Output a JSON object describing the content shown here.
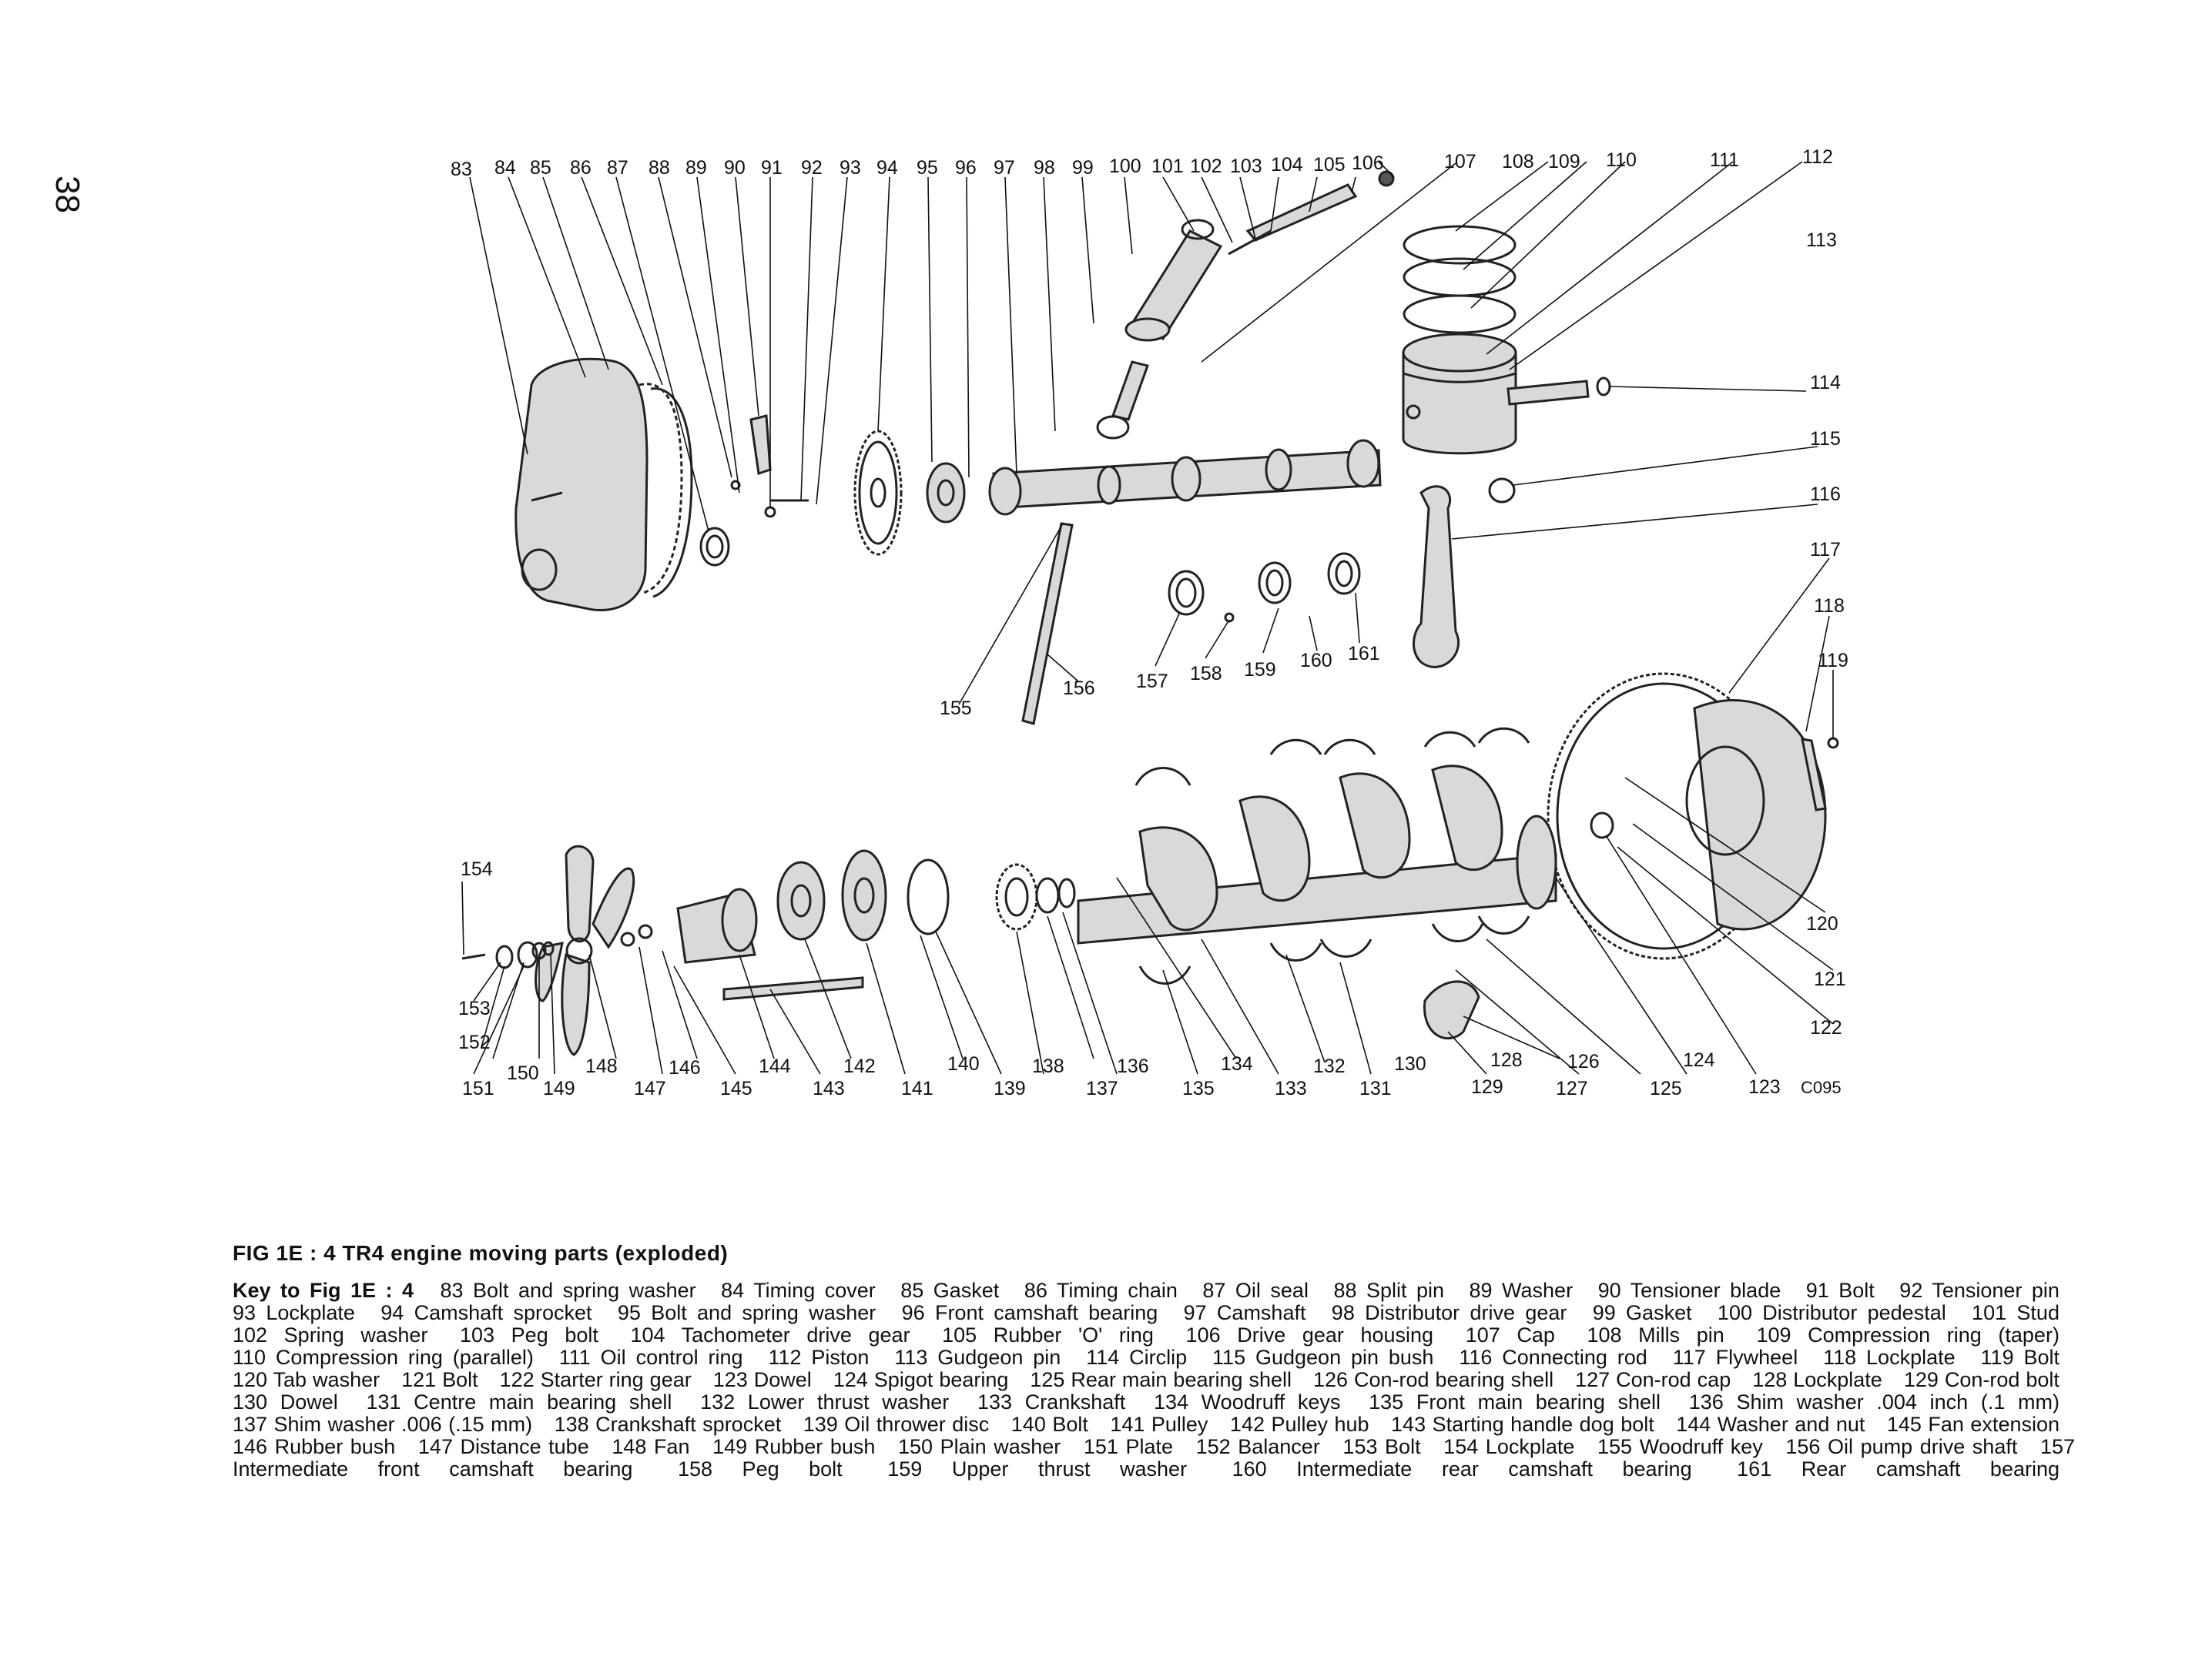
{
  "page": {
    "number": "38"
  },
  "figure": {
    "title": "FIG 1E : 4   TR4 engine moving parts (exploded)",
    "code": "C095",
    "callouts": [
      "83",
      "84",
      "85",
      "86",
      "87",
      "88",
      "89",
      "90",
      "91",
      "92",
      "93",
      "94",
      "95",
      "96",
      "97",
      "98",
      "99",
      "100",
      "101",
      "102",
      "103",
      "104",
      "105",
      "106",
      "107",
      "108",
      "109",
      "110",
      "111",
      "112",
      "113",
      "114",
      "115",
      "116",
      "117",
      "118",
      "119",
      "120",
      "121",
      "122",
      "123",
      "124",
      "125",
      "126",
      "127",
      "128",
      "129",
      "130",
      "131",
      "132",
      "133",
      "134",
      "135",
      "136",
      "137",
      "138",
      "139",
      "140",
      "141",
      "142",
      "143",
      "144",
      "145",
      "146",
      "147",
      "148",
      "149",
      "150",
      "151",
      "152",
      "153",
      "154",
      "155",
      "156",
      "157",
      "158",
      "159",
      "160",
      "161"
    ]
  },
  "key": {
    "title": "Key to Fig 1E : 4",
    "entries": [
      "83 Bolt and spring washer",
      "84 Timing cover",
      "85 Gasket",
      "86 Timing chain",
      "87 Oil seal",
      "88 Split pin",
      "89 Washer",
      "90 Tensioner blade",
      "91 Bolt",
      "92 Tensioner pin",
      "93 Lockplate",
      "94 Camshaft sprocket",
      "95 Bolt and spring washer",
      "96 Front camshaft bearing",
      "97 Camshaft",
      "98 Distributor drive gear",
      "99 Gasket",
      "100 Distributor pedestal",
      "101 Stud",
      "102 Spring washer",
      "103 Peg bolt",
      "104 Tachometer drive gear",
      "105 Rubber 'O' ring",
      "106 Drive gear housing",
      "107 Cap",
      "108 Mills pin",
      "109 Compression ring (taper)",
      "110 Compression ring (parallel)",
      "111 Oil control ring",
      "112 Piston",
      "113 Gudgeon pin",
      "114 Circlip",
      "115 Gudgeon pin bush",
      "116 Connecting rod",
      "117 Flywheel",
      "118 Lockplate",
      "119 Bolt",
      "120 Tab washer",
      "121 Bolt",
      "122 Starter ring gear",
      "123 Dowel",
      "124 Spigot bearing",
      "125 Rear main bearing shell",
      "126 Con-rod bearing shell",
      "127 Con-rod cap",
      "128 Lockplate",
      "129 Con-rod bolt",
      "130 Dowel",
      "131 Centre main bearing shell",
      "132 Lower thrust washer",
      "133 Crankshaft",
      "134 Woodruff keys",
      "135 Front main bearing shell",
      "136 Shim washer .004 inch (.1 mm)",
      "137 Shim washer .006 (.15 mm)",
      "138 Crankshaft sprocket",
      "139 Oil thrower disc",
      "140 Bolt",
      "141 Pulley",
      "142 Pulley hub",
      "143 Starting handle dog bolt",
      "144 Washer and nut",
      "145 Fan extension",
      "146 Rubber bush",
      "147 Distance tube",
      "148 Fan",
      "149 Rubber bush",
      "150 Plain washer",
      "151 Plate",
      "152 Balancer",
      "153 Bolt",
      "154 Lockplate",
      "155 Woodruff key",
      "156 Oil pump drive shaft",
      "157 Intermediate front camshaft bearing",
      "158 Peg bolt",
      "159 Upper thrust washer",
      "160 Intermediate rear camshaft bearing",
      "161 Rear camshaft bearing"
    ]
  },
  "colors": {
    "ink": "#111111",
    "paper": "#ffffff",
    "shade": "#d9d9d9"
  }
}
